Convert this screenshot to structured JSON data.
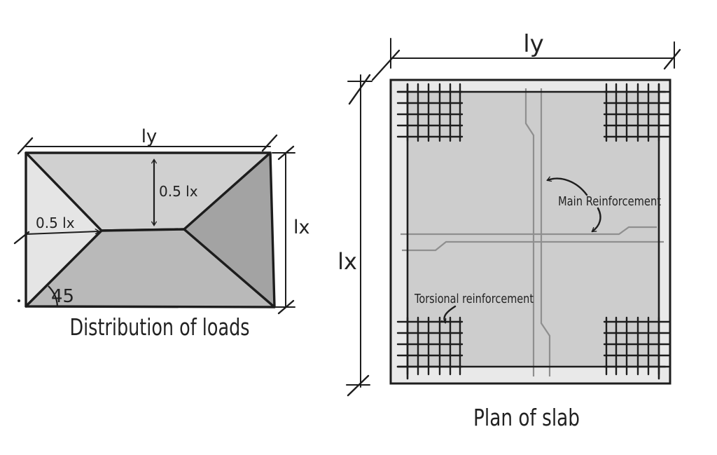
{
  "figures": {
    "distribution": {
      "caption": "Distribution of loads",
      "span_label": "ly",
      "height_label": "lx",
      "half_height_label_vertical": "0.5 lx",
      "half_height_label_horizontal": "0.5 lx",
      "angle_label": "45"
    },
    "plan": {
      "caption": "Plan of slab",
      "span_label": "ly",
      "height_label": "lx",
      "main_reinforcement_label": "Main Reinforcement",
      "torsional_reinforcement_label": "Torsional reinforcement"
    }
  },
  "colors": {
    "ink": "#1d1d1d",
    "rebar_gray": "#8f8f8f",
    "load_region_top": "#d0d0d0",
    "load_region_left": "#e5e5e5",
    "load_region_bottom": "#b9b9b9",
    "load_region_right": "#a3a3a3",
    "slab_margin": "#e9e9e9",
    "slab_interior": "#cdcdcd",
    "background": "#ffffff"
  }
}
